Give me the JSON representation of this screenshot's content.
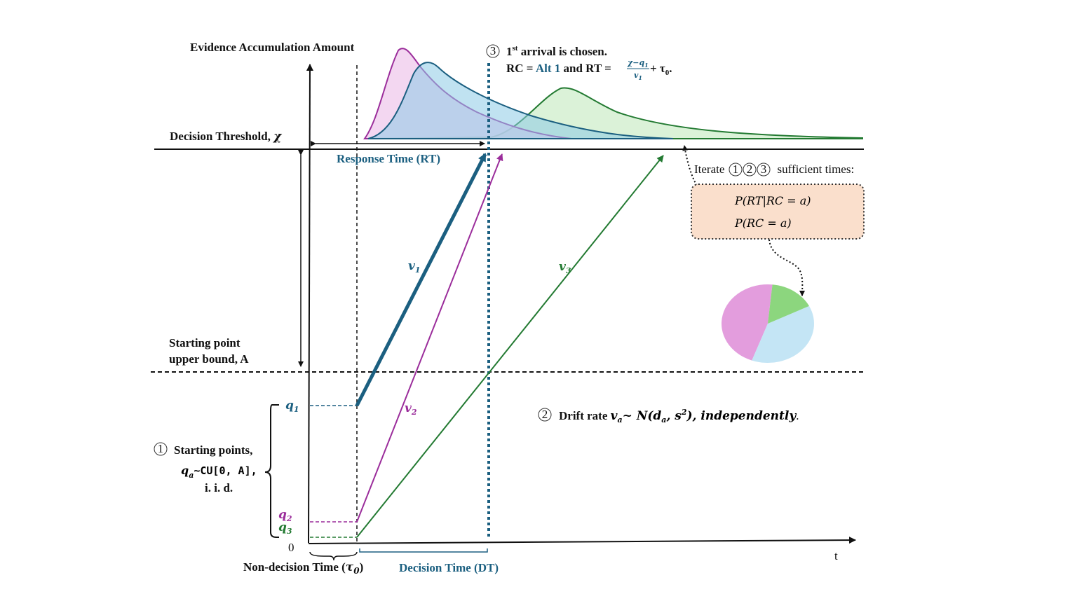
{
  "colors": {
    "alt1": "#1b5f80",
    "alt2": "#9b2d9b",
    "alt3": "#237a32",
    "alt1_fill": "#bfe4f4",
    "alt2_fill": "#f0cdee",
    "alt3_fill": "#cfeecb",
    "box_fill": "#fadfcc",
    "pie_pink": "#e39ddd",
    "pie_blue": "#c4e5f5",
    "pie_green": "#8cd67e"
  },
  "labels": {
    "y_axis_title": "Evidence Accumulation Amount",
    "threshold": "Decision Threshold, ",
    "threshold_symbol": "χ",
    "start_upper_line1": "Starting point",
    "start_upper_line2": "upper bound, A",
    "response_time": "Response Time (RT)",
    "decision_time": "Decision Time (DT)",
    "non_decision_prefix": "Non-decision Time (",
    "non_decision_symbol": "τ",
    "non_decision_sub": "0",
    "non_decision_suffix": ")",
    "zero": "0",
    "t_axis": "t",
    "q1": "q",
    "q1_sub": "1",
    "q2": "q",
    "q2_sub": "2",
    "q3": "q",
    "q3_sub": "3",
    "v1": "v",
    "v1_sub": "1",
    "v2": "v",
    "v2_sub": "2",
    "v3": "v",
    "v3_sub": "3"
  },
  "step1": {
    "number": "1",
    "title": "Starting points,",
    "formula_q": "q",
    "formula_sub": "a",
    "formula_rest": "~CU[0, A],",
    "iid": "i. i. d."
  },
  "step2": {
    "number": "2",
    "prefix": "Drift rate ",
    "var": "v",
    "var_sub": "a",
    "dist": "~ N(d",
    "dist_sub": "a",
    "dist_mid": ", s",
    "dist_sup": "2",
    "dist_end": "), independently",
    "period": "."
  },
  "step3": {
    "number": "3",
    "line1_a": "1",
    "line1_sup": "st",
    "line1_b": " arrival is chosen.",
    "rc_prefix": "RC = ",
    "rc_alt": "Alt 1",
    "rc_mid": " and RT = ",
    "frac_num": "χ−q",
    "frac_num_sub": "1",
    "frac_den": "v",
    "frac_den_sub": "1",
    "rt_plus": " + τ",
    "rt_sub": "0",
    "rt_end": "."
  },
  "iterate": {
    "prefix": "Iterate ",
    "n1": "1",
    "n2": "2",
    "n3": "3",
    "suffix": "  sufficient times:"
  },
  "box": {
    "line1": "P(RT|RC = a)",
    "line2": "P(RC = a)"
  },
  "pie": [
    {
      "name": "alt2",
      "fraction": 0.46
    },
    {
      "name": "alt1",
      "fraction": 0.38
    },
    {
      "name": "alt3",
      "fraction": 0.16
    }
  ]
}
